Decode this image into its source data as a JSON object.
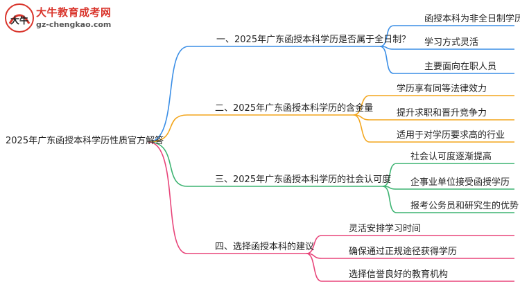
{
  "logo": {
    "title": "大牛教育成考网",
    "url": "gz-chengkao.com",
    "mark_text": "大牛"
  },
  "root": "2025年广东函授本科学历性质官方解答",
  "branches": [
    {
      "label": "一、2025年广东函授本科学历是否属于全日制？",
      "color": "#3a8ee6",
      "children": [
        "函授本科为非全日制学历",
        "学习方式灵活",
        "主要面向在职人员"
      ]
    },
    {
      "label": "二、2025年广东函授本科学历的含金量",
      "color": "#f3a61d",
      "children": [
        "学历享有同等法律效力",
        "提升求职和晋升竞争力",
        "适用于对学历要求高的行业"
      ]
    },
    {
      "label": "三、2025年广东函授本科学历的社会认可度",
      "color": "#3cb371",
      "children": [
        "社会认可度逐渐提高",
        "企事业单位接受函授学历",
        "报考公务员和研究生的优势"
      ]
    },
    {
      "label": "四、选择函授本科的建议",
      "color": "#e8457a",
      "children": [
        "灵活安排学习时间",
        "确保通过正规途径获得学历",
        "选择信誉良好的教育机构"
      ]
    }
  ]
}
